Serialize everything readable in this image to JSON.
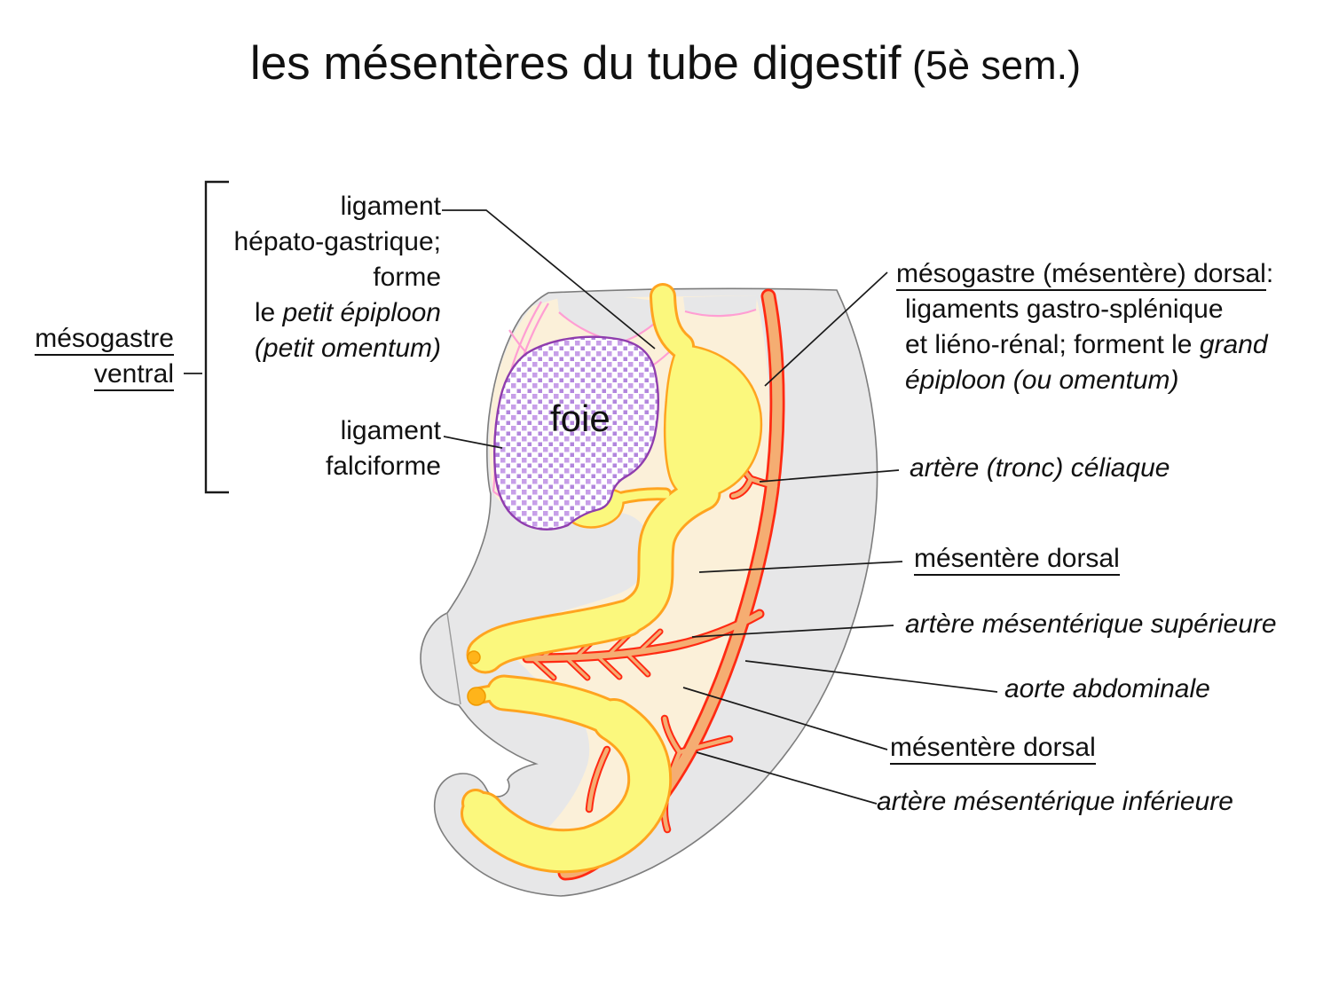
{
  "title": {
    "main": "les mésentères du tube digestif",
    "suffix": " (5è sem.)"
  },
  "left_labels": {
    "mesogastre_ventral": {
      "line1": "mésogastre",
      "line2": "ventral"
    },
    "ligament_hepato": {
      "line1": "ligament",
      "line2": "hépato-gastrique;",
      "line3": "forme",
      "line4_roman": "le ",
      "line4_italic": "petit épiploon",
      "line5_italic": "(petit omentum)"
    },
    "ligament_falciforme": {
      "line1": "ligament",
      "line2": "falciforme"
    }
  },
  "diagram_labels": {
    "foie": "foie"
  },
  "right_labels": {
    "mesogastre_dorsal": {
      "heading": "mésogastre (mésentère) dorsal",
      "colon": ":",
      "line2": "ligaments gastro-splénique",
      "line3_roman": "et liéno-rénal; forment le ",
      "line3_italic": "grand",
      "line4_italic": "épiploon (ou omentum)"
    },
    "artere_celiaque": "artère (tronc) céliaque",
    "mesentere_dorsal_1": "mésentère dorsal",
    "artere_mesenterique_superieure": "artère mésentérique supérieure",
    "aorte_abdominale": "aorte abdominale",
    "mesentere_dorsal_2": "mésentère dorsal",
    "artere_mesenterique_inferieure": "artère mésentérique inférieure"
  },
  "colors": {
    "body_gray": "#E7E7E8",
    "body_outline": "#7D7D7D",
    "mesentery_cream": "#FBF0D9",
    "ligament_pink": "#FF9ED3",
    "gut_yellow": "#FBF87D",
    "gut_outline_orange": "#FFA41F",
    "artery_fill_orange": "#F5AD72",
    "artery_outline_red": "#FF2A13",
    "liver_outline_purple": "#8F3DAE",
    "liver_pattern_purple": "#B286DD",
    "umbilical_dot_amber": "#FFB41A",
    "text_black": "#111111"
  }
}
